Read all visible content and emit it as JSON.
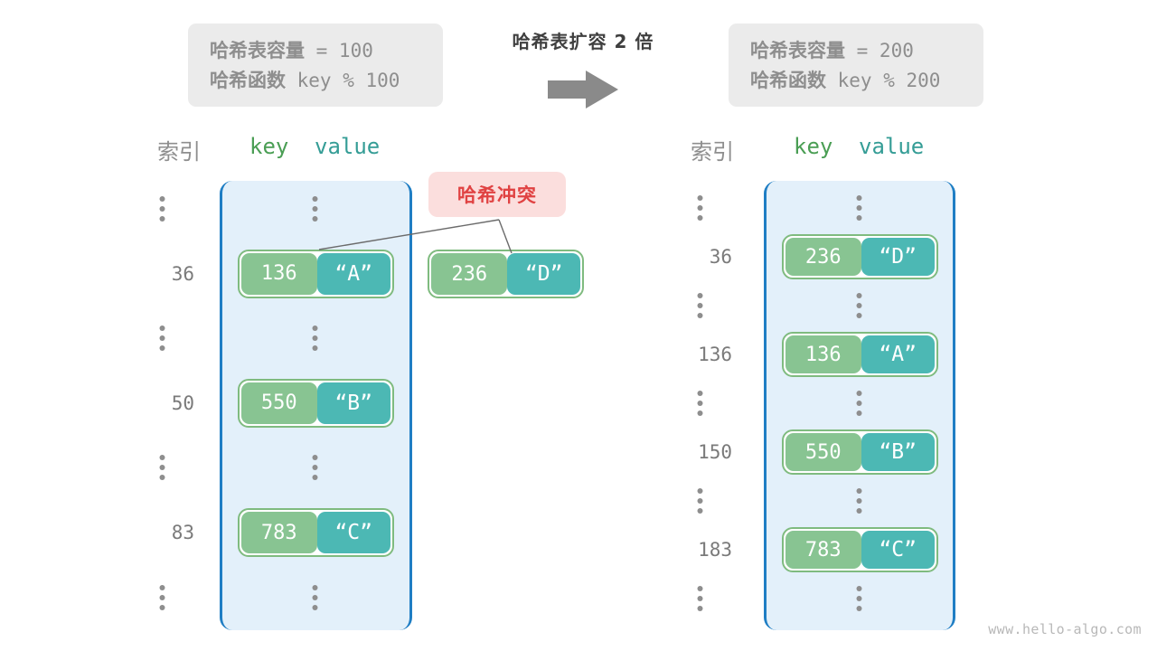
{
  "info_left": {
    "capacity_label": "哈希表容量",
    "capacity_value": " = 100",
    "function_label": "哈希函数",
    "function_value": " key % 100"
  },
  "info_right": {
    "capacity_label": "哈希表容量",
    "capacity_value": " = 200",
    "function_label": "哈希函数",
    "function_value": " key % 200"
  },
  "transform": {
    "caption": "哈希表扩容 2 倍",
    "arrow_icon": "arrow-right-icon",
    "arrow_color": "#8a8a8a"
  },
  "collision": {
    "label": "哈希冲突",
    "text_color": "#e04242",
    "background_color": "#fbdedd"
  },
  "headers": {
    "index": "索引",
    "key": "key",
    "value": "value",
    "key_color": "#4a9e54",
    "value_color": "#359d96"
  },
  "colors": {
    "panel_background": "#e3f0fa",
    "panel_border": "#1f7ec4",
    "key_cell": "#88c492",
    "value_cell": "#4cb8b4",
    "pair_outline": "#7fbb7f",
    "info_background": "#ebebeb",
    "muted_text": "#8e8e8e"
  },
  "left_table": {
    "rows": [
      {
        "index": "",
        "ellipsis": true,
        "key": "",
        "value": ""
      },
      {
        "index": "36",
        "ellipsis": false,
        "key": "136",
        "value": "“A”"
      },
      {
        "index": "",
        "ellipsis": true,
        "key": "",
        "value": ""
      },
      {
        "index": "50",
        "ellipsis": false,
        "key": "550",
        "value": "“B”"
      },
      {
        "index": "",
        "ellipsis": true,
        "key": "",
        "value": ""
      },
      {
        "index": "83",
        "ellipsis": false,
        "key": "783",
        "value": "“C”"
      },
      {
        "index": "",
        "ellipsis": true,
        "key": "",
        "value": ""
      }
    ]
  },
  "right_table": {
    "rows": [
      {
        "index": "",
        "ellipsis": true,
        "key": "",
        "value": ""
      },
      {
        "index": "36",
        "ellipsis": false,
        "key": "236",
        "value": "“D”"
      },
      {
        "index": "",
        "ellipsis": true,
        "key": "",
        "value": ""
      },
      {
        "index": "136",
        "ellipsis": false,
        "key": "136",
        "value": "“A”"
      },
      {
        "index": "",
        "ellipsis": true,
        "key": "",
        "value": ""
      },
      {
        "index": "150",
        "ellipsis": false,
        "key": "550",
        "value": "“B”"
      },
      {
        "index": "",
        "ellipsis": true,
        "key": "",
        "value": ""
      },
      {
        "index": "183",
        "ellipsis": false,
        "key": "783",
        "value": "“C”"
      },
      {
        "index": "",
        "ellipsis": true,
        "key": "",
        "value": ""
      }
    ]
  },
  "overflow_entry": {
    "key": "236",
    "value": "“D”"
  },
  "watermark": "www.hello-algo.com"
}
